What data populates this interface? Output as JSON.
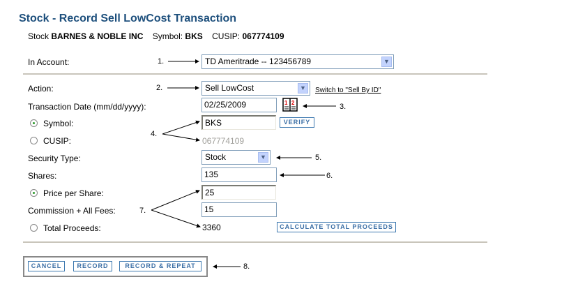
{
  "page": {
    "title": "Stock - Record Sell LowCost Transaction",
    "stock_prefix": "Stock",
    "stock_name": "BARNES & NOBLE INC",
    "symbol_label": "Symbol:",
    "symbol_value": "BKS",
    "cusip_label": "CUSIP:",
    "cusip_value": "067774109"
  },
  "form": {
    "account": {
      "label": "In Account:",
      "value": "TD Ameritrade -- 123456789"
    },
    "action": {
      "label": "Action:",
      "value": "Sell LowCost",
      "switch_link": "Switch to \"Sell By ID\""
    },
    "date": {
      "label": "Transaction Date (mm/dd/yyyy):",
      "value": "02/25/2009"
    },
    "symbol": {
      "label": "Symbol:",
      "value": "BKS",
      "selected": true,
      "verify_button": "VERIFY"
    },
    "cusip": {
      "label": "CUSIP:",
      "value": "067774109",
      "selected": false
    },
    "security_type": {
      "label": "Security Type:",
      "value": "Stock"
    },
    "shares": {
      "label": "Shares:",
      "value": "135"
    },
    "price": {
      "label": "Price per Share:",
      "value": "25",
      "selected": true
    },
    "fees": {
      "label": "Commission + All Fees:",
      "value": "15"
    },
    "total": {
      "label": "Total Proceeds:",
      "value": "3360",
      "selected": false,
      "calc_button": "CALCULATE TOTAL PROCEEDS"
    }
  },
  "buttons": {
    "cancel": "CANCEL",
    "record": "RECORD",
    "record_repeat": "RECORD & REPEAT"
  },
  "annotations": {
    "n1": "1.",
    "n2": "2.",
    "n3": "3.",
    "n4": "4.",
    "n5": "5.",
    "n6": "6.",
    "n7": "7.",
    "n8": "8."
  },
  "icons": {
    "calendar": "calendar-icon",
    "dropdown": "chevron-down-icon"
  },
  "colors": {
    "title": "#1d4f7c",
    "button_text": "#3a6ea5",
    "border": "#7f9db9"
  }
}
